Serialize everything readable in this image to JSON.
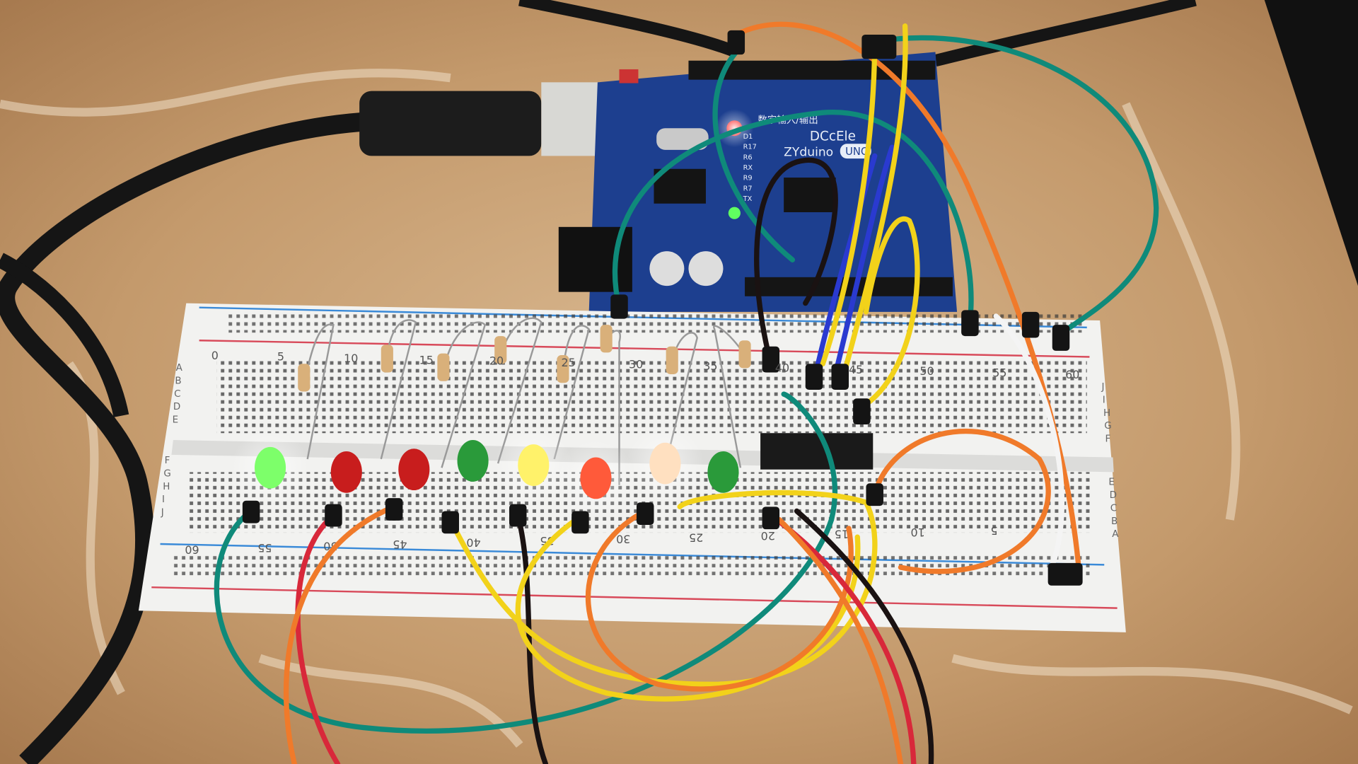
{
  "board": {
    "brand": "DCcEle",
    "model": "ZYduino",
    "badge": "UNO",
    "header_label": "数字输入/输出",
    "pin_labels": [
      "D1",
      "R17",
      "R6",
      "RX",
      "R9",
      "R7",
      "TX"
    ],
    "color": "#1d3f8f"
  },
  "breadboard": {
    "top_numbers": [
      "0",
      "5",
      "10",
      "15",
      "20",
      "25",
      "30",
      "35",
      "40",
      "45",
      "50",
      "55",
      "60"
    ],
    "bottom_numbers": [
      "60",
      "55",
      "50",
      "45",
      "40",
      "35",
      "30",
      "25",
      "20",
      "15",
      "10",
      "5"
    ],
    "top_letters": [
      "A",
      "B",
      "C",
      "D",
      "E"
    ],
    "bottom_letters": [
      "F",
      "G",
      "H",
      "I",
      "J"
    ],
    "right_letters_top": [
      "J",
      "I",
      "H",
      "G",
      "F"
    ],
    "right_letters_bottom": [
      "E",
      "D",
      "C",
      "B",
      "A"
    ]
  },
  "leds": [
    {
      "color": "green",
      "lit": true,
      "hex": "#7dff6a"
    },
    {
      "color": "red",
      "lit": false,
      "hex": "#c81d1d"
    },
    {
      "color": "red",
      "lit": false,
      "hex": "#c81d1d"
    },
    {
      "color": "green",
      "lit": false,
      "hex": "#2a9a3a"
    },
    {
      "color": "yellow",
      "lit": true,
      "hex": "#fff26a"
    },
    {
      "color": "red",
      "lit": true,
      "hex": "#ff5a3a"
    },
    {
      "color": "red",
      "lit": true,
      "hex": "#ffe0c0"
    },
    {
      "color": "green",
      "lit": false,
      "hex": "#2a9a3a"
    }
  ],
  "wire_colors": {
    "teal": "#0f8a7a",
    "orange": "#f07a2a",
    "yellow": "#f2d21a",
    "red": "#d8283a",
    "black": "#1a1212",
    "blue": "#2a3ad0",
    "white": "#f4f4f4"
  }
}
